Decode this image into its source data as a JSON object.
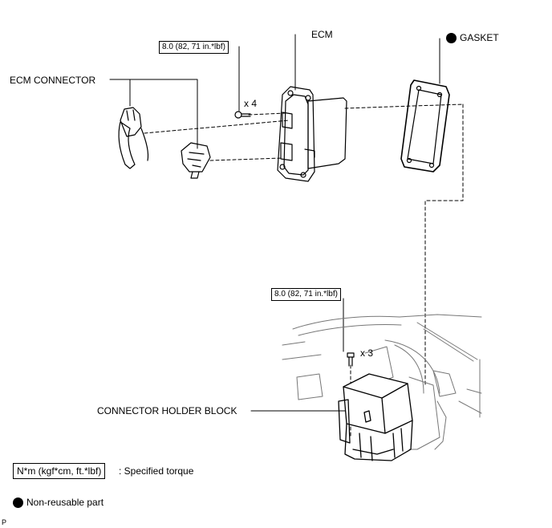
{
  "labels": {
    "ecm": "ECM",
    "gasket": "GASKET",
    "ecm_connector": "ECM CONNECTOR",
    "connector_holder_block": "CONNECTOR HOLDER BLOCK"
  },
  "torque": {
    "top": "8.0 (82, 71 in.*lbf)",
    "bottom": "8.0 (82, 71 in.*lbf)"
  },
  "quantities": {
    "top_bolts": "x 4",
    "bottom_bolts": "x 3"
  },
  "legend": {
    "torque_unit": "N*m (kgf*cm, ft.*lbf)",
    "torque_desc": ": Specified torque",
    "non_reusable": "Non-reusable part"
  },
  "footer_code": "P",
  "icons": {
    "non_reusable_symbol": "filled-circle-icon",
    "bolt": "bolt-icon"
  }
}
